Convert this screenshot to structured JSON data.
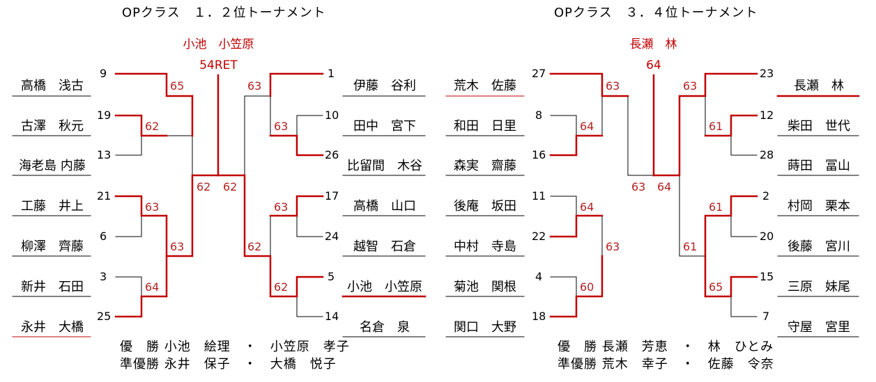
{
  "colors": {
    "win_line": "#c00000",
    "line": "#000000",
    "score": "#b22222"
  },
  "bracket_left": {
    "title": "OPクラス　１．２位トーナメント",
    "winner_names": "小池　小笠原",
    "final_score": "54RET",
    "left_players": [
      "高橋　浅古",
      "古澤　秋元",
      "海老島 内藤",
      "工藤　井上",
      "柳澤　齊藤",
      "新井　石田",
      "永井　大橋"
    ],
    "left_seeds": [
      "9",
      "19",
      "13",
      "21",
      "6",
      "3",
      "25"
    ],
    "right_players": [
      "伊藤　谷利",
      "田中　宮下",
      "比留間　木谷",
      "高橋　山口",
      "越智　石倉",
      "小池　小笠原",
      "名倉　泉"
    ],
    "right_seeds": [
      "1",
      "10",
      "26",
      "17",
      "24",
      "5",
      "14"
    ],
    "scores": {
      "l_top": "65",
      "l_19_13": "62",
      "l_21_6": "63",
      "l_3_25": "64",
      "l_bottom": "63",
      "l_semi": "62",
      "r_top": "63",
      "r_10_26": "63",
      "r_17_24": "63",
      "r_5_14": "62",
      "r_bottom": "62",
      "r_semi": "62"
    },
    "champion": "優　勝 小池　絵理　・　小笠原　孝子",
    "runner_up": "準優勝 永井　保子　・　大橋　悦子"
  },
  "bracket_right": {
    "title": "OPクラス　３．４位トーナメント",
    "winner_names": "長瀬　林",
    "final_score": "64",
    "left_players": [
      "荒木　佐藤",
      "和田　日里",
      "森実　齋藤",
      "後庵　坂田",
      "中村　寺島",
      "菊池　関根",
      "関口　大野"
    ],
    "left_seeds": [
      "27",
      "8",
      "16",
      "11",
      "22",
      "4",
      "18"
    ],
    "right_players": [
      "長瀬　林",
      "柴田　世代",
      "蒔田　冨山",
      "村岡　栗本",
      "後藤　宮川",
      "三原　妹尾",
      "守屋　宮里"
    ],
    "right_seeds": [
      "23",
      "12",
      "28",
      "2",
      "20",
      "15",
      "7"
    ],
    "scores": {
      "l_top": "63",
      "l_8_16": "64",
      "l_11_22": "64",
      "l_4_18": "60",
      "l_bottom": "63",
      "l_semi": "63",
      "r_top": "63",
      "r_12_28": "61",
      "r_2_20": "61",
      "r_15_7": "65",
      "r_bottom": "61",
      "r_semi": "64"
    },
    "champion": "優　勝 長瀬　芳恵　・　林　ひとみ",
    "runner_up": "準優勝 荒木　幸子　・　佐藤　令奈"
  }
}
